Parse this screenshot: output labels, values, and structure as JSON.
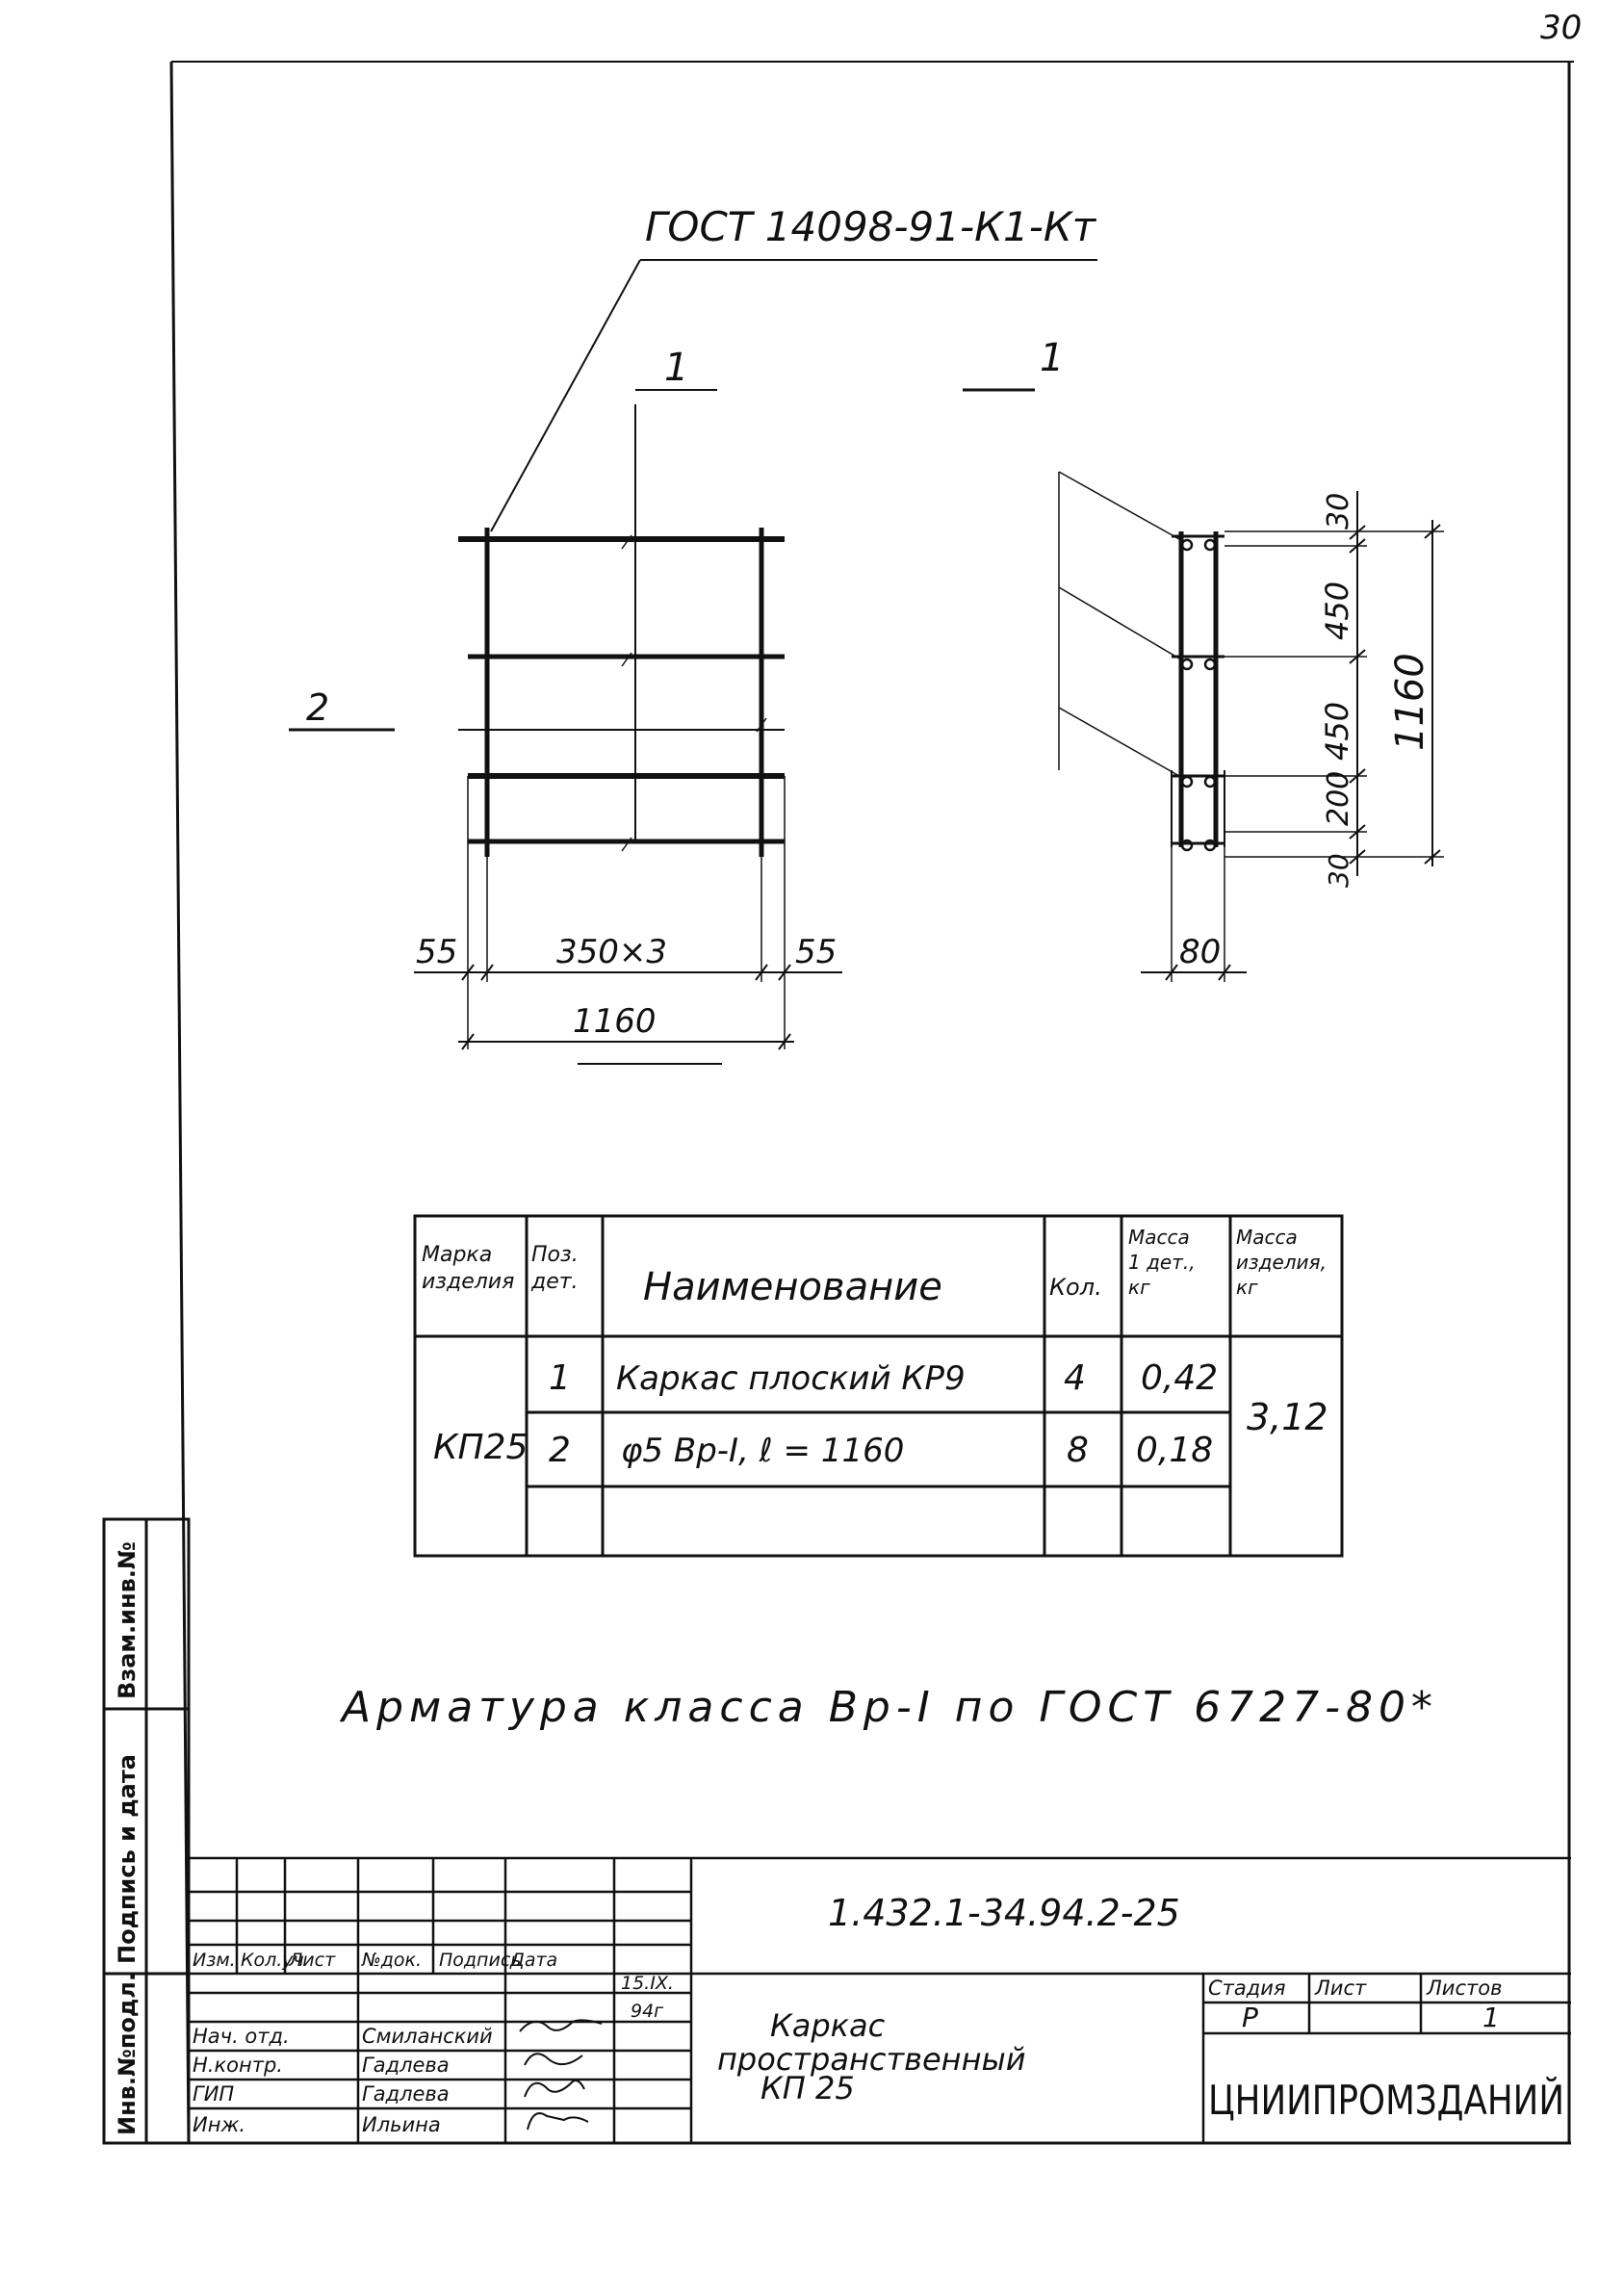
{
  "page_number": "30",
  "gost_label": "ГОСТ 14098-91-К1-Кт",
  "section_marks": {
    "front": "1",
    "side": "1"
  },
  "position_marks": {
    "bar": "2"
  },
  "front_dimensions": {
    "left_offset": "55",
    "spacing": "350×3",
    "right_offset": "55",
    "total_width": "1160"
  },
  "side_dimensions": {
    "top": "30",
    "upper_span": "450",
    "middle_span": "450",
    "lower_span": "200",
    "bottom": "30",
    "total_height": "1160",
    "depth": "80"
  },
  "spec_table": {
    "headers": [
      "Марка изделия",
      "Поз. дет.",
      "Наименование",
      "Кол.",
      "Масса 1 дет., кг",
      "Масса изделия, кг"
    ],
    "product_mark": "КП25",
    "rows": [
      {
        "pos": "1",
        "name": "Каркас плоский КР9",
        "qty": "4",
        "mass": "0,42"
      },
      {
        "pos": "2",
        "name": "φ5 Вр-I, ℓ = 1160",
        "qty": "8",
        "mass": "0,18"
      }
    ],
    "total_mass": "3,12"
  },
  "note": "Арматура класса Вр-I по ГОСТ 6727-80*",
  "title_block": {
    "code": "1.432.1-34.94.2-25",
    "title_line1": "Каркас",
    "title_line2": "пространственный",
    "title_line3": "КП 25",
    "headers": [
      "Изм.",
      "Кол.уч",
      "Лист",
      "№док.",
      "Подпись",
      "Дата"
    ],
    "signers": [
      {
        "role": "Нач. отд.",
        "name": "Смиланский"
      },
      {
        "role": "Н.контр.",
        "name": "Гадлева"
      },
      {
        "role": "ГИП",
        "name": "Гадлева"
      },
      {
        "role": "Инж.",
        "name": "Ильина"
      }
    ],
    "date_line1": "15.IX.",
    "date_line2": "94г",
    "stage_header": "Стадия",
    "sheet_header": "Лист",
    "sheets_header": "Листов",
    "stage": "Р",
    "sheets": "1",
    "org": "ЦНИИПРОМЗДАНИЙ"
  },
  "side_stamp": [
    "Инв.№подл.",
    "Подпись и дата",
    "Взам.инв.№"
  ]
}
